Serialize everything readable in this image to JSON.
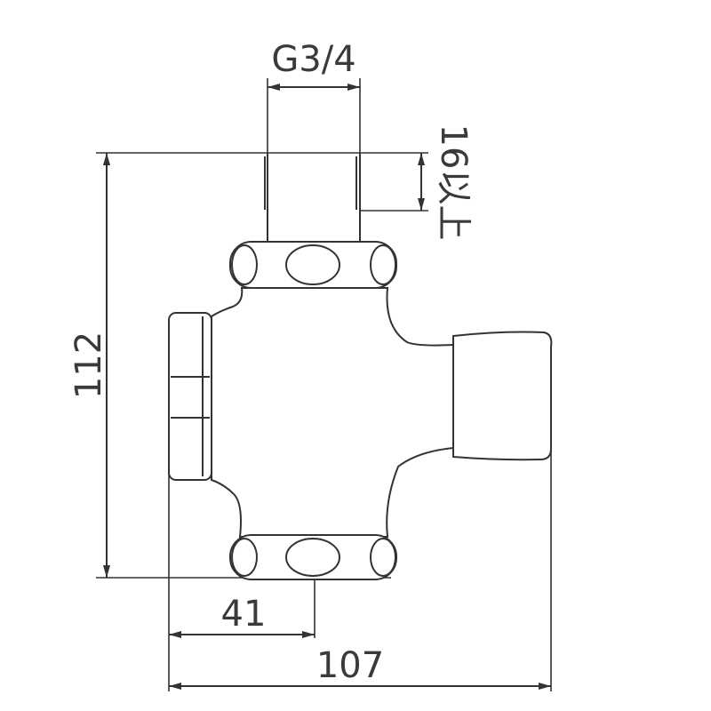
{
  "dimensions": {
    "thread": "G3/4",
    "height": "112",
    "min_length": "16以上",
    "offset": "41",
    "width": "107"
  }
}
